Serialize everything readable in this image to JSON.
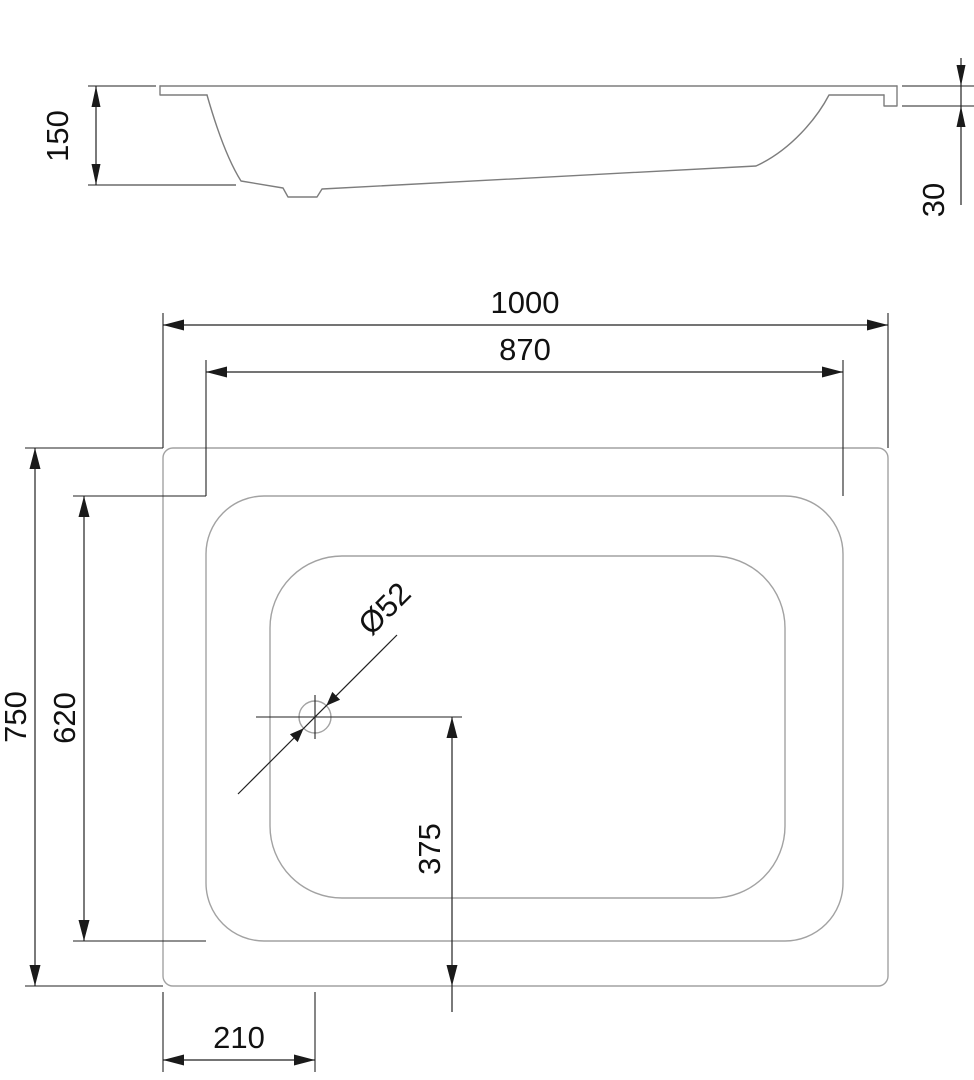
{
  "drawing": {
    "dimensions": {
      "depth": "150",
      "rim_height": "30",
      "outer_width": "1000",
      "inner_width": "870",
      "outer_length": "750",
      "inner_length": "620",
      "drain_diameter": "Ø52",
      "drain_offset_bottom": "375",
      "drain_offset_left": "210"
    }
  }
}
